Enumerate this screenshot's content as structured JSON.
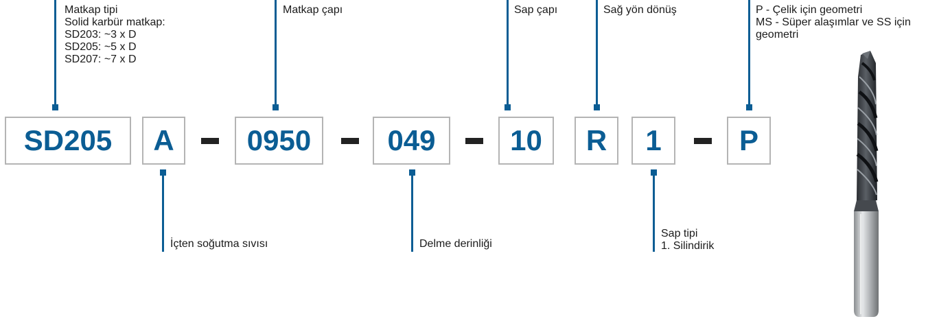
{
  "colors": {
    "accent": "#0b5d94",
    "dash": "#222222",
    "box_border": "#b4b4b4"
  },
  "code_segments": [
    "SD205",
    "A",
    "0950",
    "049",
    "10",
    "R",
    "1",
    "P"
  ],
  "separators": [
    "-",
    "-",
    "-",
    "-"
  ],
  "top_labels": {
    "drill_type": [
      "Matkap tipi",
      "Solid karbür matkap:",
      "SD203: ~3 x D",
      "SD205: ~5 x D",
      "SD207: ~7 x D"
    ],
    "drill_diameter": [
      "Matkap çapı"
    ],
    "shank_diameter": [
      "Sap çapı"
    ],
    "rotation": [
      "Sağ yön dönüş"
    ],
    "geometry": [
      "P - Çelik için geometri",
      "MS - Süper alaşımlar ve SS için",
      "geometri"
    ]
  },
  "bottom_labels": {
    "coolant": [
      "İçten soğutma sıvısı"
    ],
    "drilling_depth": [
      "Delme derinliği"
    ],
    "shank_type": [
      "Sap tipi",
      "1. Silindirik"
    ]
  },
  "icons": {
    "drill": "drill-bit-icon"
  }
}
